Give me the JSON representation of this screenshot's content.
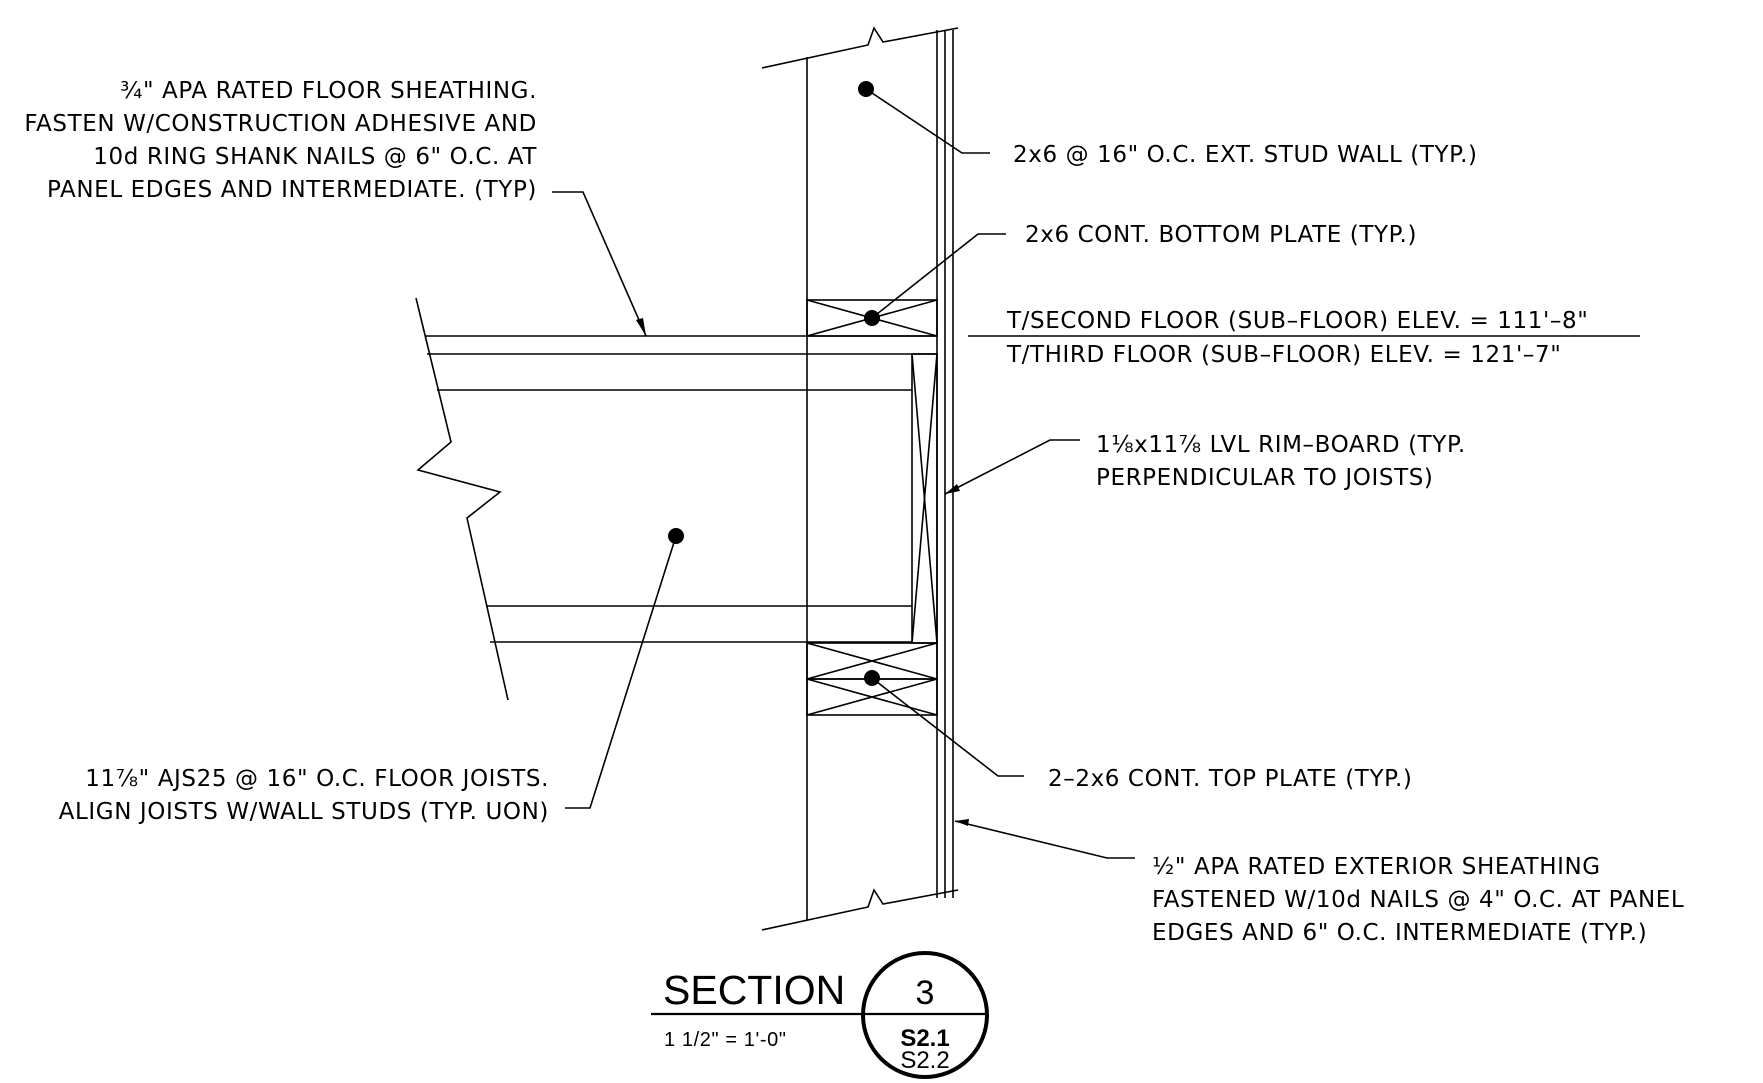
{
  "notes": {
    "floor_sheathing": [
      "¾\" APA RATED FLOOR SHEATHING.",
      "FASTEN W/CONSTRUCTION ADHESIVE AND",
      "10d RING SHANK NAILS @ 6\" O.C. AT",
      "PANEL EDGES AND INTERMEDIATE. (TYP)"
    ],
    "stud_wall": "2x6 @ 16\" O.C. EXT. STUD WALL (TYP.)",
    "bottom_plate": "2x6 CONT. BOTTOM PLATE (TYP.)",
    "elev_second": "T/SECOND FLOOR (SUB–FLOOR) ELEV. = 111'–8\"",
    "elev_third": "T/THIRD FLOOR (SUB–FLOOR) ELEV. = 121'–7\"",
    "rim_board": [
      "1⅛x11⅞ LVL RIM–BOARD (TYP.",
      "PERPENDICULAR TO JOISTS)"
    ],
    "floor_joists": [
      "11⅞\" AJS25 @ 16\" O.C. FLOOR JOISTS.",
      "ALIGN JOISTS W/WALL STUDS (TYP. UON)"
    ],
    "top_plate": "2–2x6 CONT. TOP PLATE (TYP.)",
    "ext_sheathing": [
      "½\" APA RATED EXTERIOR SHEATHING",
      "FASTENED W/10d NAILS @ 4\" O.C. AT PANEL",
      "EDGES AND 6\" O.C. INTERMEDIATE (TYP.)"
    ]
  },
  "title_block": {
    "title": "SECTION",
    "scale": "1 1/2\" = 1'-0\"",
    "number": "3",
    "sheet": "S2.1",
    "sheet_ref": "S2.2"
  }
}
